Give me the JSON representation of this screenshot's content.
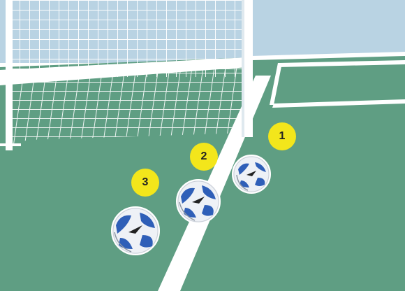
{
  "colors": {
    "sky": "#b9d3e3",
    "grass": "#5f9e83",
    "line": "#ffffff",
    "net": "#ffffff",
    "marker": "#f3e61b",
    "ball_blue": "#2f5fb8",
    "ball_white": "#eef1f6"
  },
  "markers": [
    {
      "label": "1"
    },
    {
      "label": "2"
    },
    {
      "label": "3"
    }
  ],
  "icons": {
    "ball": "soccer-ball-icon",
    "goal": "goal-net-icon"
  }
}
